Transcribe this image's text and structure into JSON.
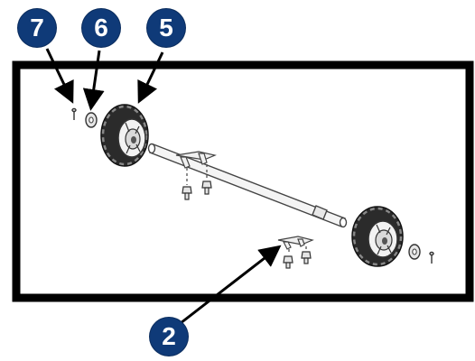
{
  "callouts": [
    {
      "label": "7",
      "part": "pin"
    },
    {
      "label": "6",
      "part": "washer"
    },
    {
      "label": "5",
      "part": "wheel"
    },
    {
      "label": "2",
      "part": "axle-bracket"
    }
  ],
  "colors": {
    "badge": "#0f3a78",
    "badge_text": "#ffffff",
    "frame": "#000000",
    "line_art": "#3a3a3a",
    "tire": "#2b2b2b"
  }
}
